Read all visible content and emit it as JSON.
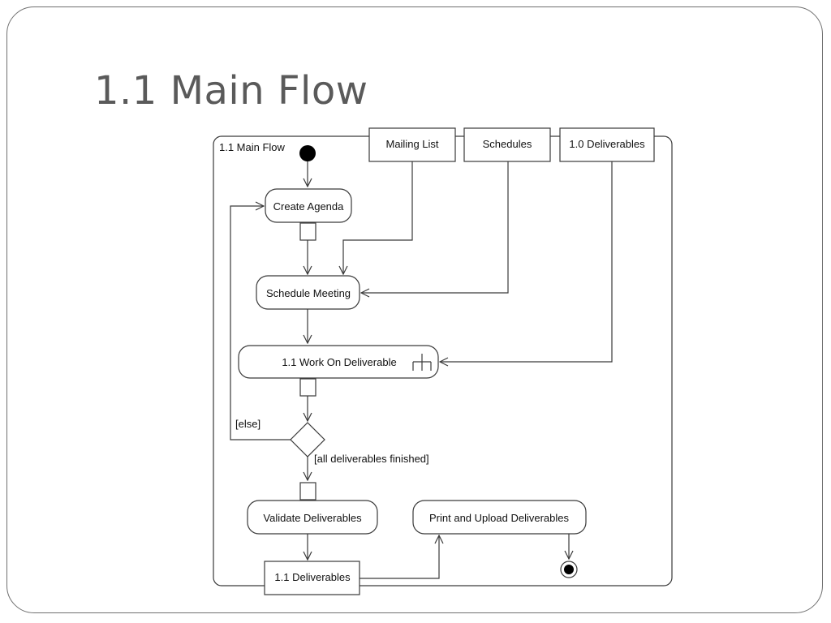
{
  "slide": {
    "title": "1.1 Main Flow"
  },
  "diagram": {
    "activity_name": "1.1 Main Flow",
    "object_nodes": {
      "mailing_list": "Mailing List",
      "schedules": "Schedules",
      "deliverables_1_0": "1.0 Deliverables",
      "deliverables_1_1": "1.1 Deliverables"
    },
    "actions": {
      "create_agenda": "Create Agenda",
      "schedule_meeting": "Schedule Meeting",
      "work_on_deliverable": "1.1 Work On Deliverable",
      "validate_deliverables": "Validate Deliverables",
      "print_upload_deliverables": "Print and Upload Deliverables"
    },
    "guards": {
      "else": "[else]",
      "all_finished": "[all deliverables finished]"
    }
  }
}
